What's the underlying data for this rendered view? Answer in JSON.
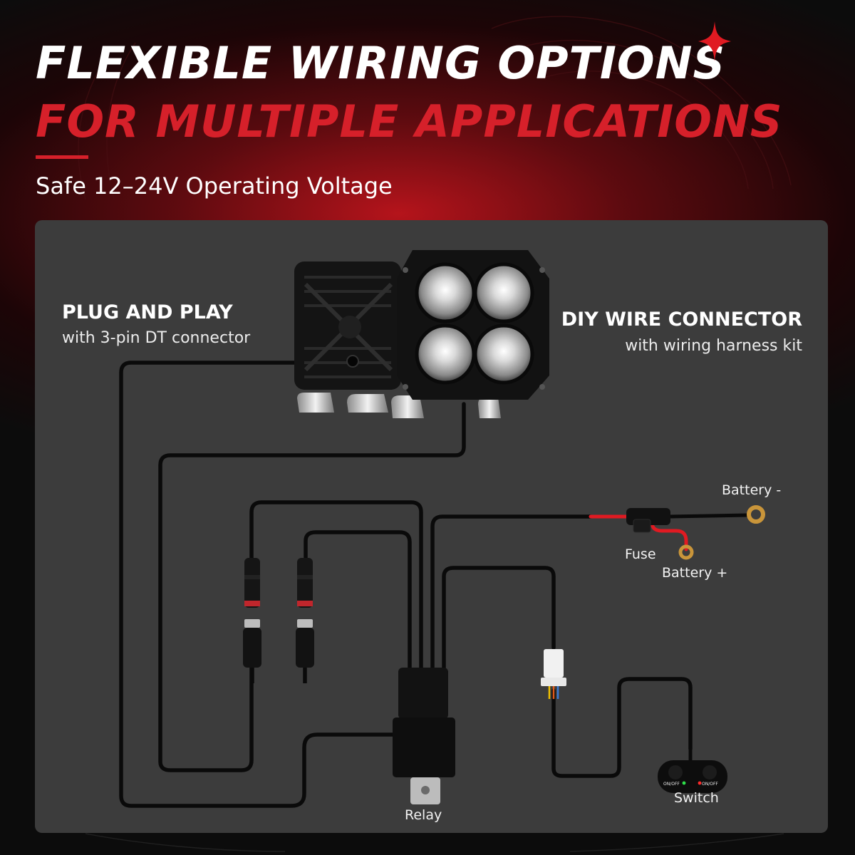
{
  "header": {
    "title_line1": "FLEXIBLE WIRING OPTIONS",
    "title_line2": "FOR MULTIPLE APPLICATIONS",
    "subtitle": "Safe 12–24V Operating Voltage"
  },
  "callouts": {
    "plug_title": "PLUG AND PLAY",
    "plug_sub": "with 3-pin DT connector",
    "diy_title": "DIY WIRE CONNECTOR",
    "diy_sub": "with wiring harness kit"
  },
  "labels": {
    "battery_neg": "Battery -",
    "fuse": "Fuse",
    "battery_pos": "Battery +",
    "relay": "Relay",
    "switch": "Switch",
    "switch_button_left": "ON/OFF",
    "switch_button_right": "ON/OFF"
  },
  "colors": {
    "accent_red": "#d6202a",
    "panel": "#3c3c3c",
    "wire": "#0a0a0a",
    "wire_red": "#e01a22",
    "terminal": "#c9953a"
  }
}
